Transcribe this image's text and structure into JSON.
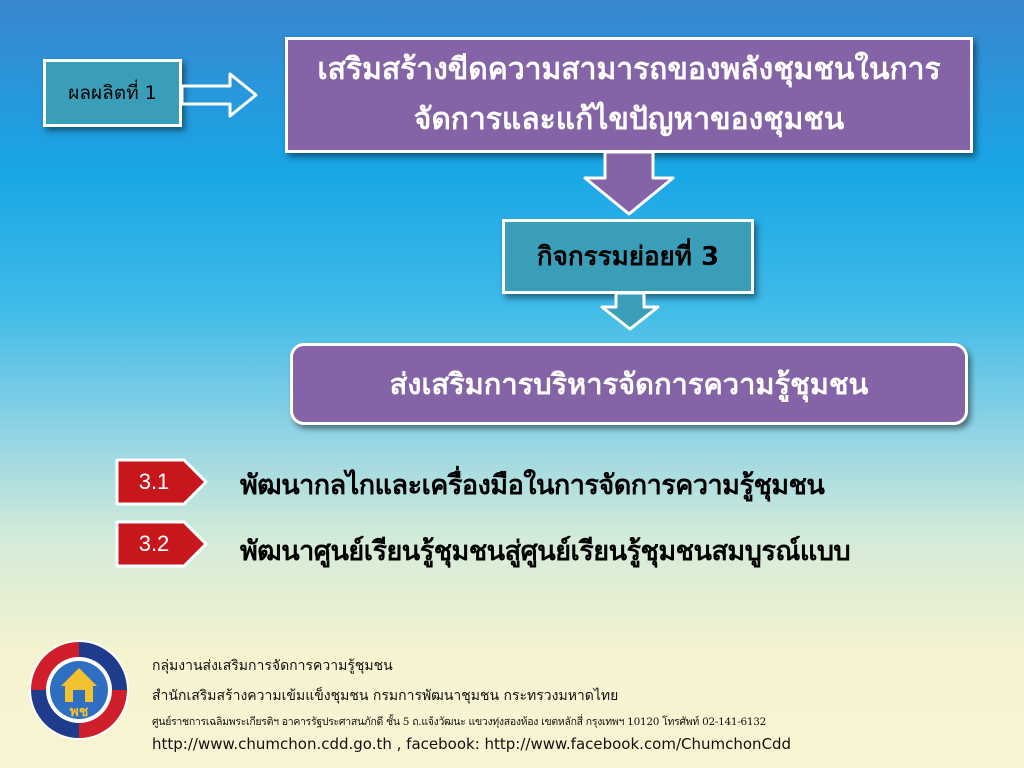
{
  "product_label": "ผลผลิตที่ 1",
  "main_title": {
    "line1": "เสริมสร้างขีดความสามารถของพลังชุมชนในการ",
    "line2": "จัดการและแก้ไขปัญหาของชุมชน"
  },
  "activity_label": "กิจกรรมย่อยที่ 3",
  "goal_label": "ส่งเสริมการบริหารจัดการความรู้ชุมชน",
  "items": [
    {
      "number": "3.1",
      "text": "พัฒนากลไกและเครื่องมือในการจัดการความรู้ชุมชน"
    },
    {
      "number": "3.2",
      "text": "พัฒนาศูนย์เรียนรู้ชุมชนสู่ศูนย์เรียนรู้ชุมชนสมบูรณ์แบบ"
    }
  ],
  "footer": {
    "line1": "กลุ่มงานส่งเสริมการจัดการความรู้ชุมชน",
    "line2": "สำนักเสริมสร้างความเข้มแข็งชุมชน กรมการพัฒนาชุมชน กระทรวงมหาดไทย",
    "line3": "ศูนย์ราชการเฉลิมพระเกียรติฯ อาคารรัฐประศาสนภักดี ชั้น 5 ถ.แจ้งวัฒนะ แขวงทุ่งสองห้อง เขตหลักสี่ กรุงเทพฯ 10120 โทรศัพท์ 02-141-6132",
    "line4": "http://www.chumchon.cdd.go.th , facebook: http://www.facebook.com/ChumchonCdd"
  },
  "colors": {
    "purple": "#8464a6",
    "teal": "#3a9eb9",
    "tag_red": "#c8161d"
  },
  "logo": {
    "icon": "cdd-logo-icon",
    "text": "พช"
  }
}
